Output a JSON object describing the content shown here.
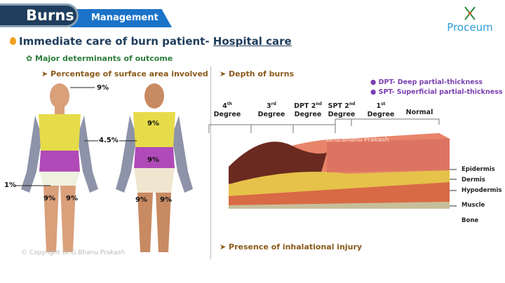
{
  "header": {
    "tab_main": "Burns",
    "tab_sub": "Management"
  },
  "logo": {
    "text": "Proceum"
  },
  "title": {
    "prefix": "Immediate care of burn patient- ",
    "underlined": "Hospital care"
  },
  "subtitle": "Major determinants of outcome",
  "sections": {
    "left": "Percentage of surface area involved",
    "right": "Depth of burns",
    "bottom": "Presence of inhalational injury"
  },
  "percentages": {
    "head": "9%",
    "arm": "4.5%",
    "genital": "1%",
    "front_leg_left": "9%",
    "front_leg_right": "9%",
    "back_upper": "9%",
    "back_lower": "9%",
    "back_leg_left": "9%",
    "back_leg_right": "9%"
  },
  "legend": [
    "DPT- Deep partial-thickness",
    "SPT- Superficial partial-thickness"
  ],
  "degrees": [
    {
      "top": "4",
      "sup": "th",
      "bottom": "Degree"
    },
    {
      "top": "3",
      "sup": "rd",
      "bottom": "Degree"
    },
    {
      "top": "DPT 2",
      "sup": "nd",
      "bottom": "Degree"
    },
    {
      "top": "SPT 2",
      "sup": "nd",
      "bottom": "Degree"
    },
    {
      "top": "1",
      "sup": "st",
      "bottom": "Degree"
    },
    {
      "top": "Normal",
      "sup": "",
      "bottom": ""
    }
  ],
  "layers": [
    "Epidermis",
    "Dermis",
    "Hypodermis",
    "Muscle",
    "Bone"
  ],
  "watermarks": {
    "figure": "© Copyright Dr.G.Bhanu Prakash",
    "skin": "Dr.G.Bhanu Prakash"
  },
  "colors": {
    "navy": "#1f3d5c",
    "blue": "#1a73c8",
    "green": "#2d7d3a",
    "purple": "#7a3fb0",
    "yellow": "#e6dc4a",
    "magenta": "#b04ab8"
  }
}
